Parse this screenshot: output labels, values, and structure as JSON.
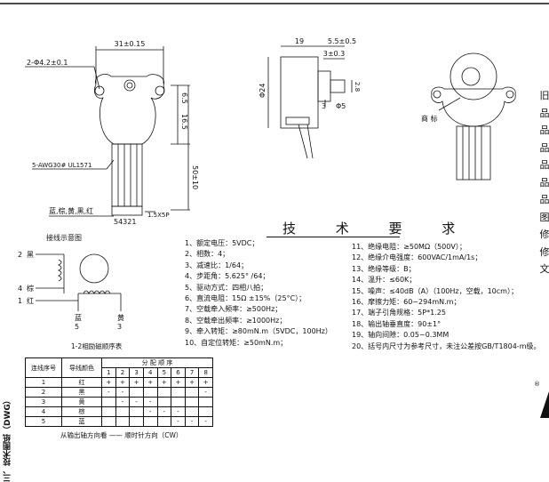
{
  "drawing": {
    "dims": {
      "width_31": "31±0.15",
      "holes": "2-Φ4.2±0.1",
      "dim_6_5": "6.5",
      "dim_16_5": "16.5",
      "dim_50": "50±10",
      "dim_19": "19",
      "dim_5_5": "5.5±0.5",
      "dim_3": "3±0.3",
      "dia_24": "Φ24",
      "dim_2_8": "2.8",
      "shaft_3": "3",
      "shaft_5": "Φ5"
    },
    "wire_label": "5-AWG30# UL1571",
    "wire_colors": "蓝,棕,黄,黑,红",
    "connector": "1.5X5P",
    "pin_numbers": "54321",
    "brand_label": "商 标"
  },
  "requirements": {
    "title": "技 术 要 求",
    "left_items": [
      "1、额定电压：5VDC；",
      "2、相数：4；",
      "3、减速比：1/64；",
      "4、步距角：5.625° /64；",
      "5、驱动方式：四相八拍；",
      "6、直流电阻：15Ω ±15%（25°C）；",
      "7、空载牵入频率：≥500Hz；",
      "8、空载牵出频率：≥1000Hz；",
      "9、牵入转矩：≥80mN.m（5VDC，100Hz）",
      "10、自定位转矩：≥50mN.m；"
    ],
    "right_items": [
      "11、绝缘电阻：≥50MΩ（500V）；",
      "12、绝缘介电强度：600VAC/1mA/1s；",
      "13、绝缘等级：B；",
      "14、温升：≤60K；",
      "15、噪声：≤40dB（A）（100Hz，空载，10cm）；",
      "16、摩擦力矩：60~294mN.m；",
      "17、端子引角规格：5P*1.25",
      "18、输出轴垂直度：90±1°",
      "19、轴向间隙：0.05~0.3MM",
      "20、括号内尺寸为参考尺寸，未注公差按GB/T1804-m级。"
    ]
  },
  "wiring": {
    "title": "接线示意图",
    "label_black": "黑",
    "label_brown": "棕",
    "label_red": "红",
    "label_blue": "蓝",
    "label_yellow": "黄",
    "num_2": "2",
    "num_4": "4",
    "num_1": "1",
    "num_5": "5",
    "num_3": "3"
  },
  "sequence": {
    "title": "1-2相励磁顺序表",
    "col_seq": "连线序号",
    "col_color": "导线颜色",
    "col_order": "分 配 顺 序",
    "steps": [
      "1",
      "2",
      "3",
      "4",
      "5",
      "6",
      "7",
      "8"
    ],
    "rows": [
      {
        "num": "1",
        "color": "红",
        "cells": [
          "+",
          "+",
          "+",
          "+",
          "+",
          "+",
          "+",
          "+"
        ]
      },
      {
        "num": "2",
        "color": "黑",
        "cells": [
          "-",
          "-",
          "",
          "",
          "",
          "",
          "",
          "-"
        ]
      },
      {
        "num": "3",
        "color": "黄",
        "cells": [
          "",
          "-",
          "-",
          "-",
          "",
          "",
          "",
          ""
        ]
      },
      {
        "num": "4",
        "color": "棕",
        "cells": [
          "",
          "",
          "",
          "-",
          "-",
          "-",
          "",
          ""
        ]
      },
      {
        "num": "5",
        "color": "蓝",
        "cells": [
          "",
          "",
          "",
          "",
          "",
          "-",
          "-",
          "-"
        ]
      }
    ],
    "direction_note": "从输出轴方向看  ——  顺时针方向（CW）"
  },
  "side": {
    "section_label": "三、技术图纸（DWG）",
    "right_chars": [
      "旧",
      "品",
      "品",
      "品",
      "品",
      "品",
      "品",
      "图",
      "修",
      "修",
      "文"
    ]
  }
}
